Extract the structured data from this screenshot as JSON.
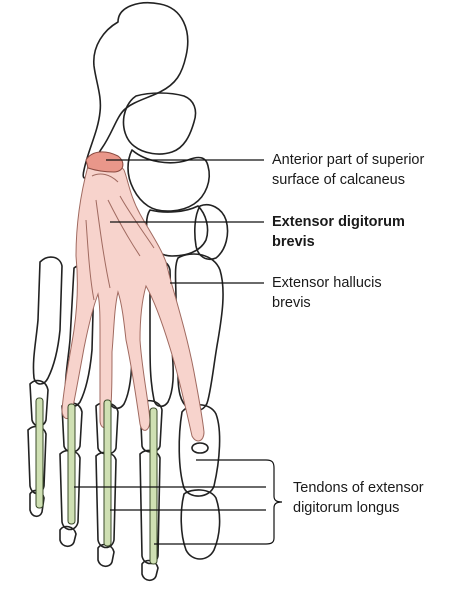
{
  "labels": {
    "calcaneus": {
      "line1": "Anterior part of superior",
      "line2": "surface of calcaneus"
    },
    "edb": {
      "line1": "Extensor digitorum",
      "line2": "brevis"
    },
    "ehb": {
      "line1": "Extensor hallucis",
      "line2": "brevis"
    },
    "tendons": {
      "line1": "Tendons of extensor",
      "line2": "digitorum longus"
    }
  },
  "colors": {
    "bone_outline": "#222222",
    "muscle_fill": "#f7d3cc",
    "muscle_attachment": "#e9978a",
    "tendon_fill": "#cfe0b3",
    "leader_line": "#111111"
  }
}
